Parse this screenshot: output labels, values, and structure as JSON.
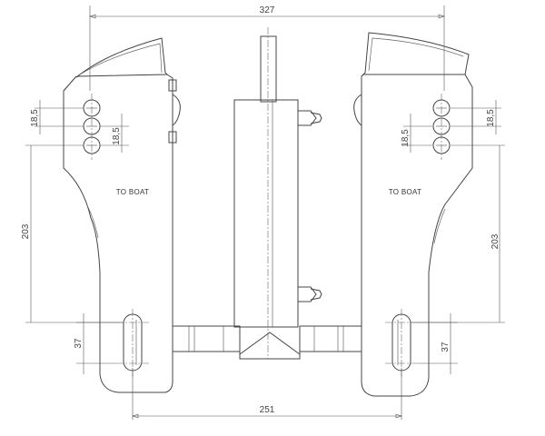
{
  "dimensions": {
    "overall_width": "327",
    "pivot_spacing": "251",
    "height": "203",
    "hole_pitch": "18,5",
    "slot_length": "37"
  },
  "labels": {
    "to_boat": "TO BOAT"
  },
  "colors": {
    "line": "#444444",
    "dimension": "#555555",
    "background": "#ffffff"
  }
}
